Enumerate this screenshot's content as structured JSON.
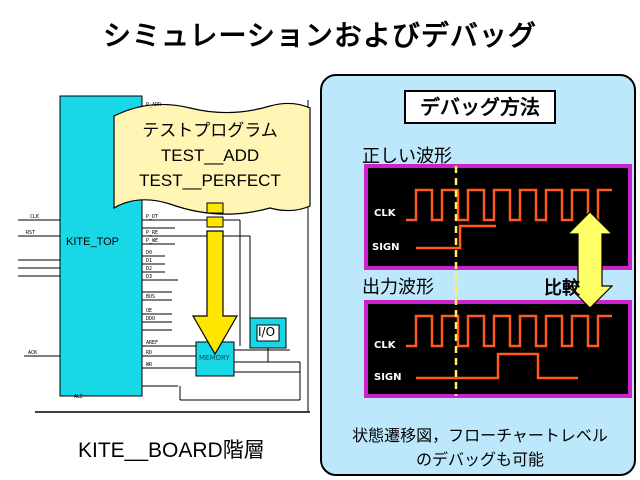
{
  "title": "シミュレーションおよびデバッグ",
  "left": {
    "kite_top_label": "KITE_TOP",
    "scroll_lines": [
      "テストプログラム",
      "TEST__ADD",
      "TEST__PERFECT"
    ],
    "memory_label": "MEMORY",
    "io_label": "I/O",
    "board_label": "KITE__BOARD階層"
  },
  "right": {
    "method_title": "デバッグ方法",
    "correct_label": "正しい波形",
    "output_label": "出力波形",
    "compare_label": "比較",
    "clk_label": "CLK",
    "sign_label": "SIGN",
    "footer_line1": "状態遷移図，フローチャートレベル",
    "footer_line2": "のデバッグも可能"
  },
  "colors": {
    "kite_top": "#18d8e8",
    "scroll_fill": "#fff5b4",
    "arrow_fill": "#ffe600",
    "panel_bg": "#bde8fc",
    "wave_border": "#cc22cc",
    "wave_signal": "#ff5a1f",
    "compare_fill": "#ffff66",
    "cursor": "#ffee66"
  }
}
